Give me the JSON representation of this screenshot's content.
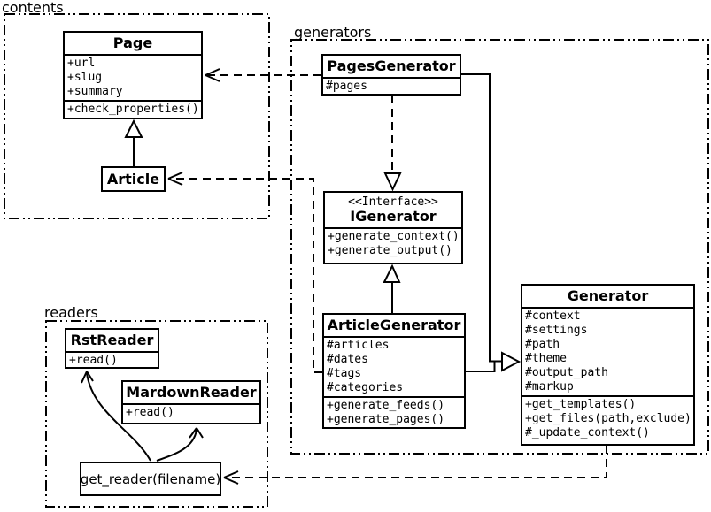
{
  "diagram": {
    "background_color": "#ffffff",
    "line_color": "#000000",
    "type": "uml-class-diagram"
  },
  "packages": {
    "contents": {
      "label": "contents"
    },
    "generators": {
      "label": "generators"
    },
    "readers": {
      "label": "readers"
    }
  },
  "classes": {
    "page": {
      "title": "Page",
      "attributes": [
        "+url",
        "+slug",
        "+summary"
      ],
      "methods": [
        "+check_properties()"
      ]
    },
    "article": {
      "title": "Article"
    },
    "pages_generator": {
      "title": "PagesGenerator",
      "attributes": [
        "#pages"
      ]
    },
    "igenerator": {
      "stereotype": "<<Interface>>",
      "title": "IGenerator",
      "methods": [
        "+generate_context()",
        "+generate_output()"
      ]
    },
    "article_generator": {
      "title": "ArticleGenerator",
      "attributes": [
        "#articles",
        "#dates",
        "#tags",
        "#categories"
      ],
      "methods": [
        "+generate_feeds()",
        "+generate_pages()"
      ]
    },
    "generator": {
      "title": "Generator",
      "attributes": [
        "#context",
        "#settings",
        "#path",
        "#theme",
        "#output_path",
        "#markup"
      ],
      "methods": [
        "+get_templates()",
        "+get_files(path,exclude)",
        "#_update_context()"
      ]
    },
    "rst_reader": {
      "title": "RstReader",
      "methods": [
        "+read()"
      ]
    },
    "mardown_reader": {
      "title": "MardownReader",
      "methods": [
        "+read()"
      ]
    },
    "get_reader": {
      "label": "get_reader(filename)"
    }
  },
  "relationships": [
    {
      "type": "inheritance",
      "from": "Article",
      "to": "Page",
      "style": "solid-hollow-triangle"
    },
    {
      "type": "realization",
      "from": "PagesGenerator",
      "to": "IGenerator",
      "style": "dashed-hollow-triangle"
    },
    {
      "type": "realization",
      "from": "ArticleGenerator",
      "to": "IGenerator",
      "style": "solid-hollow-triangle"
    },
    {
      "type": "inheritance",
      "from": "PagesGenerator",
      "to": "Generator",
      "style": "solid-hollow-triangle"
    },
    {
      "type": "inheritance",
      "from": "ArticleGenerator",
      "to": "Generator",
      "style": "solid-hollow-triangle"
    },
    {
      "type": "dependency",
      "from": "PagesGenerator",
      "to": "Page",
      "style": "dashed-open-arrow"
    },
    {
      "type": "dependency",
      "from": "ArticleGenerator",
      "to": "Article",
      "style": "dashed-open-arrow"
    },
    {
      "type": "dependency",
      "from": "Generator",
      "to": "get_reader(filename)",
      "style": "dashed-open-arrow"
    },
    {
      "type": "call",
      "from": "get_reader(filename)",
      "to": "RstReader",
      "style": "curved-open-arrow"
    },
    {
      "type": "call",
      "from": "get_reader(filename)",
      "to": "MardownReader",
      "style": "curved-open-arrow"
    }
  ]
}
